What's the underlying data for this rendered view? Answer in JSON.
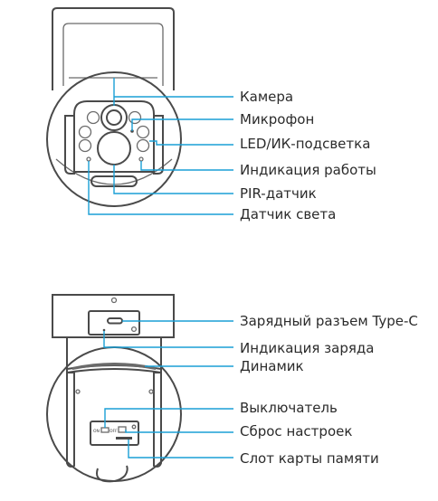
{
  "colors": {
    "leader": "#1a9fd5",
    "outline": "#4a4a4a",
    "text": "#2b2b2b"
  },
  "top_view": {
    "labels": {
      "camera": "Камера",
      "microphone": "Микрофон",
      "led_ir": "LED/ИК-подсветка",
      "status_indicator": "Индикация работы",
      "pir_sensor": "PIR-датчик",
      "light_sensor": "Датчик света"
    }
  },
  "bottom_view": {
    "labels": {
      "usb_port": "Зарядный разъем Type-C",
      "charge_indicator": "Индикация заряда",
      "speaker": "Динамик",
      "power_switch": "Выключатель",
      "reset": "Сброс настроек",
      "sd_slot": "Слот карты памяти"
    },
    "switch_marks": {
      "on": "ON",
      "off": "OFF"
    }
  }
}
